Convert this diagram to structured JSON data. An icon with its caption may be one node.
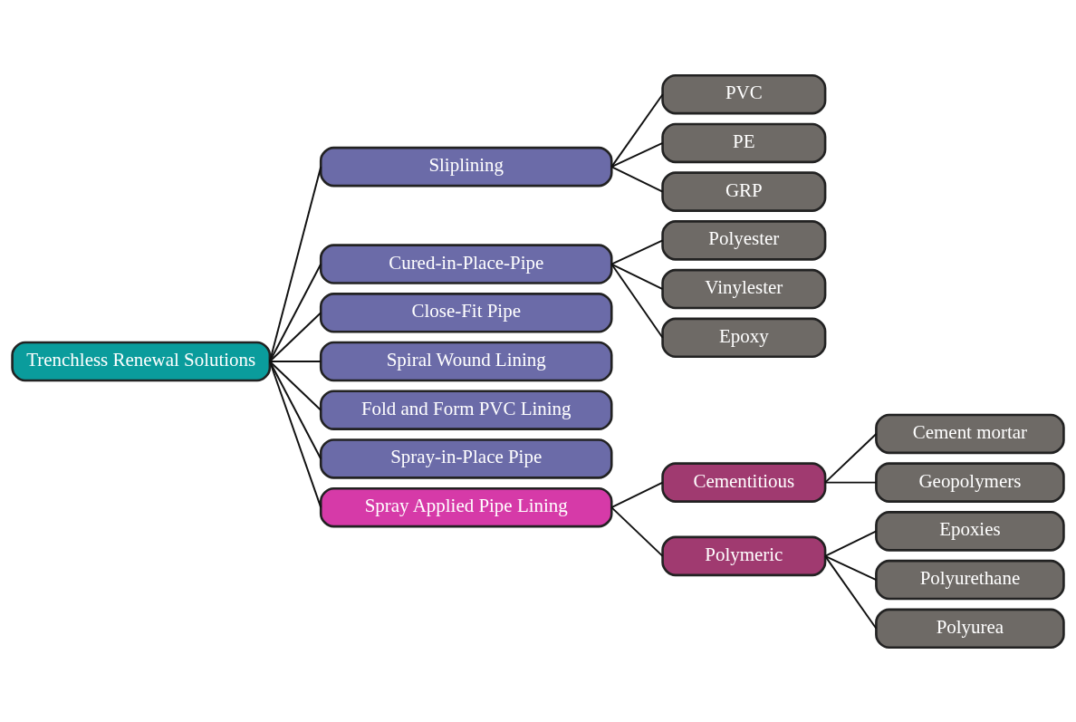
{
  "diagram": {
    "nodes": [
      {
        "text": [
          "Trenchless Renewal Solutions"
        ]
      },
      {
        "text": [
          "Sliplining"
        ]
      },
      {
        "text": [
          "Cured-in-Place-Pipe"
        ]
      },
      {
        "text": [
          "Close-Fit Pipe"
        ]
      },
      {
        "text": [
          "Spiral Wound Lining"
        ]
      },
      {
        "text": [
          "Fold and Form PVC Lining"
        ]
      },
      {
        "text": [
          "Spray-in-Place Pipe"
        ]
      },
      {
        "text": [
          "Spray Applied Pipe Lining"
        ]
      },
      {
        "text": [
          "PVC"
        ]
      },
      {
        "text": [
          "PE"
        ]
      },
      {
        "text": [
          "GRP"
        ]
      },
      {
        "text": [
          "Polyester"
        ]
      },
      {
        "text": [
          "Vinylester"
        ]
      },
      {
        "text": [
          "Epoxy"
        ]
      },
      {
        "text": [
          "Cementitious"
        ]
      },
      {
        "text": [
          "Polymeric"
        ]
      },
      {
        "text": [
          "Cement mortar"
        ]
      },
      {
        "text": [
          "Geopolymers"
        ]
      },
      {
        "text": [
          "Epoxies"
        ]
      },
      {
        "text": [
          "Polyurethane"
        ]
      },
      {
        "text": [
          "Polyurea"
        ]
      }
    ],
    "edges": [
      {
        "from": 0,
        "to": 1,
        "arrow": "none"
      },
      {
        "from": 0,
        "to": 2,
        "arrow": "none"
      },
      {
        "from": 0,
        "to": 3,
        "arrow": "none"
      },
      {
        "from": 0,
        "to": 4,
        "arrow": "none"
      },
      {
        "from": 0,
        "to": 5,
        "arrow": "none"
      },
      {
        "from": 0,
        "to": 6,
        "arrow": "none"
      },
      {
        "from": 0,
        "to": 7,
        "arrow": "none"
      },
      {
        "from": 1,
        "to": 8,
        "arrow": "none"
      },
      {
        "from": 1,
        "to": 9,
        "arrow": "none"
      },
      {
        "from": 1,
        "to": 10,
        "arrow": "none"
      },
      {
        "from": 2,
        "to": 11,
        "arrow": "none"
      },
      {
        "from": 2,
        "to": 12,
        "arrow": "none"
      },
      {
        "from": 2,
        "to": 13,
        "arrow": "none"
      },
      {
        "from": 7,
        "to": 14,
        "arrow": "none"
      },
      {
        "from": 7,
        "to": 15,
        "arrow": "none"
      },
      {
        "from": 14,
        "to": 16,
        "arrow": "none"
      },
      {
        "from": 14,
        "to": 17,
        "arrow": "none"
      },
      {
        "from": 15,
        "to": 18,
        "arrow": "none"
      },
      {
        "from": 15,
        "to": 19,
        "arrow": "none"
      },
      {
        "from": 15,
        "to": 20,
        "arrow": "none"
      }
    ]
  }
}
